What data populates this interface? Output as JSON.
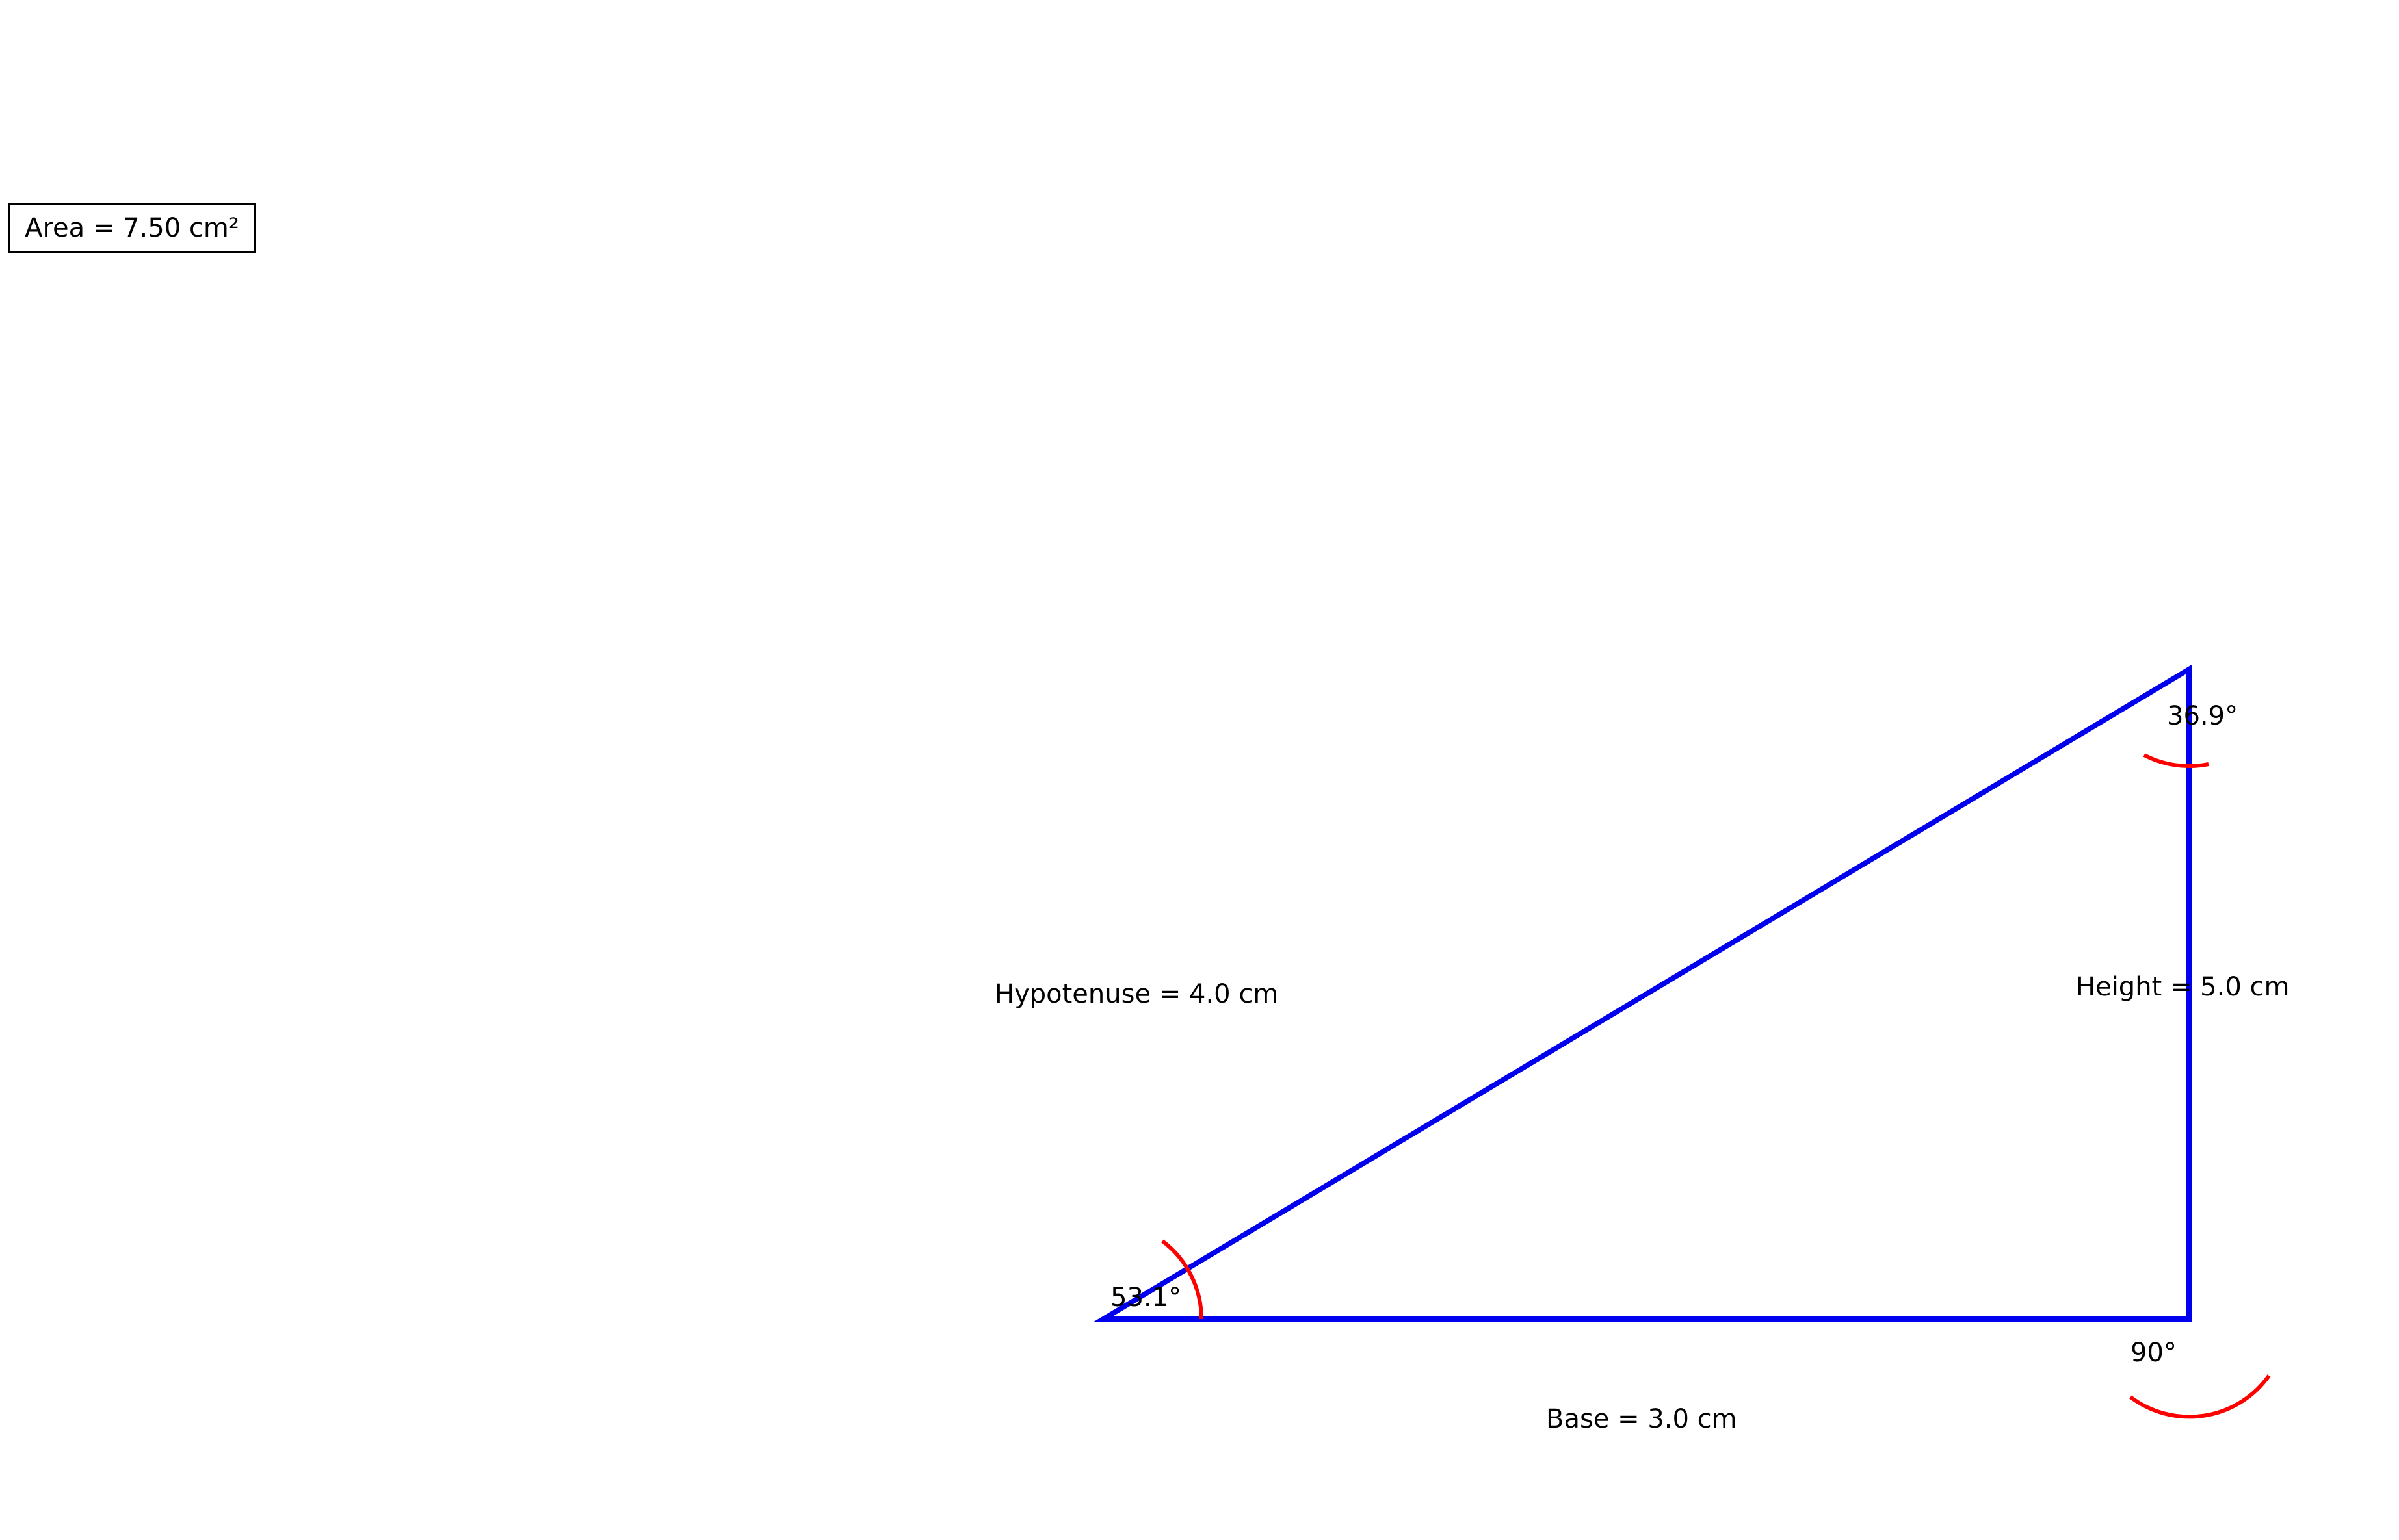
{
  "area_label": "Area = 7.50 cm²",
  "labels": {
    "hypotenuse": "Hypotenuse = 4.0 cm",
    "height": "Height = 5.0 cm",
    "base": "Base = 3.0 cm",
    "angle_left": "53.1°",
    "angle_top": "36.9°",
    "angle_right": "90°"
  },
  "colors": {
    "triangle": "#0000ee",
    "angle_arcs": "#ff0000",
    "text": "#000000"
  }
}
